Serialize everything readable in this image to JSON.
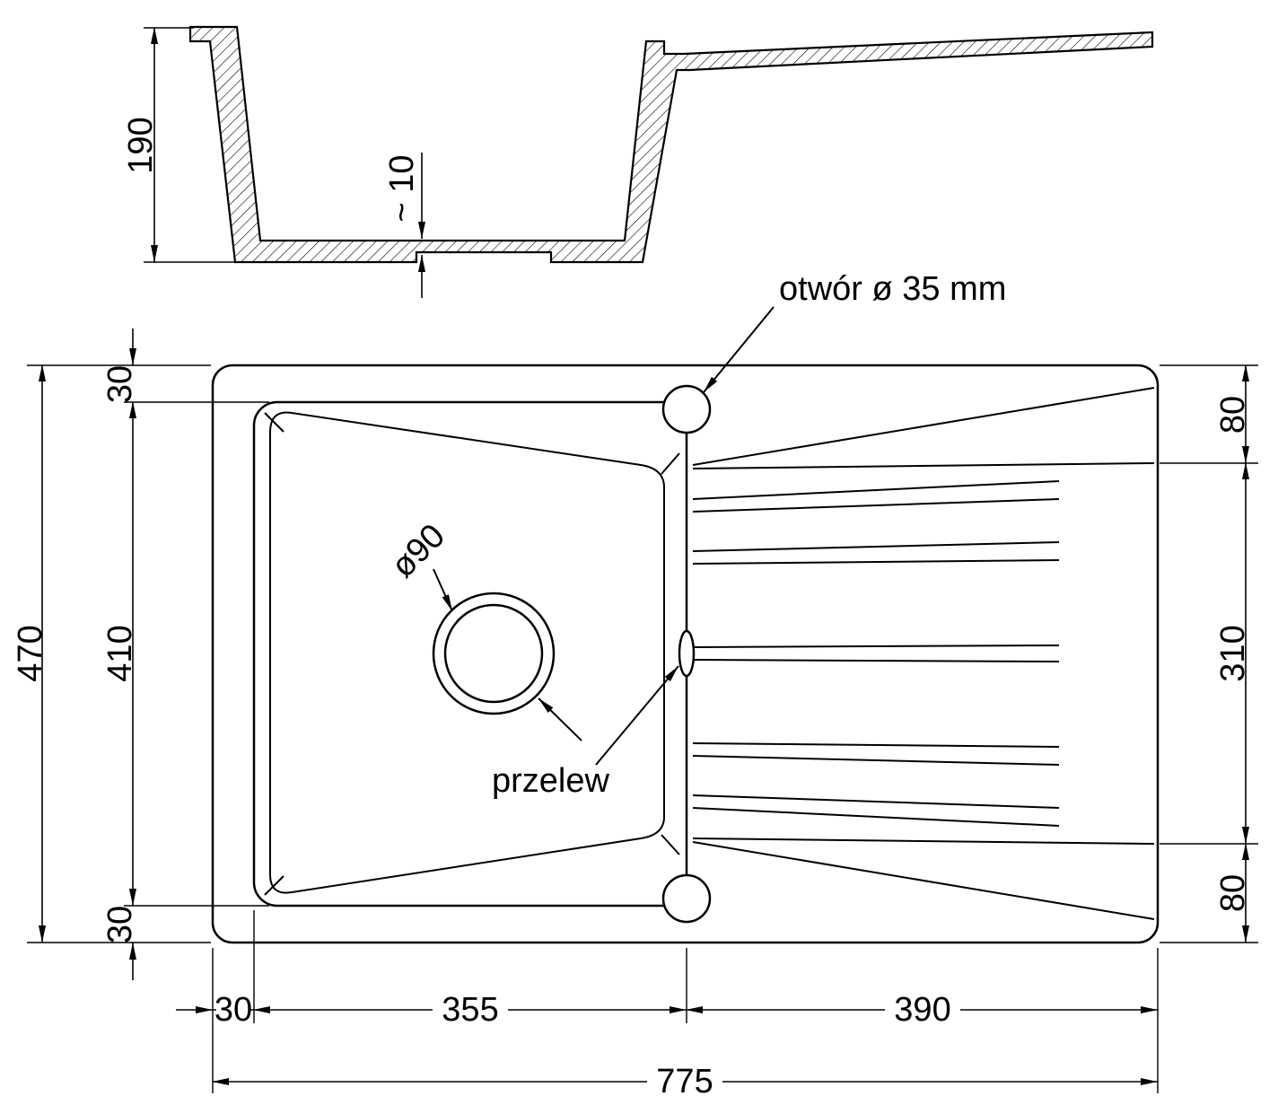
{
  "diagram": {
    "type": "technical-drawing",
    "subject": "kitchen sink with drainboard - section and plan views",
    "colors": {
      "line": "#000000",
      "background": "#ffffff"
    },
    "section": {
      "depth": "190",
      "bottom_thickness": "~ 10"
    },
    "plan": {
      "overall_height": "470",
      "top_margin": "30",
      "inner_height": "410",
      "bottom_margin": "30",
      "right_top": "80",
      "right_middle": "310",
      "right_bottom": "80",
      "left_margin": "30",
      "bowl_width": "355",
      "drainer_width": "390",
      "overall_width": "775"
    },
    "labels": {
      "tap_hole": "otwór ø 35 mm",
      "overflow": "przelew",
      "drain": "ø90"
    }
  }
}
